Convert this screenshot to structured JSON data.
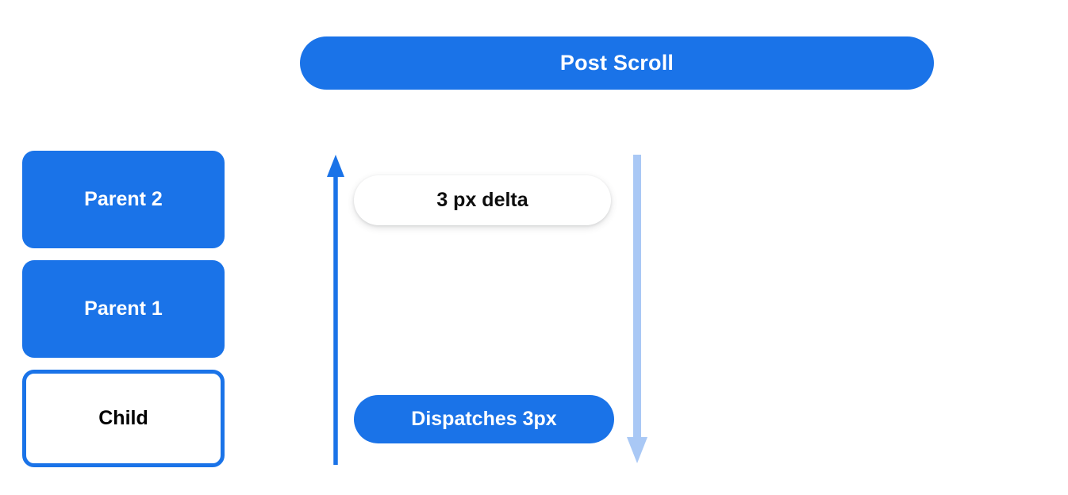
{
  "header": {
    "title": "Post Scroll"
  },
  "stack": {
    "boxes": [
      {
        "label": "Parent 2",
        "style": "filled"
      },
      {
        "label": "Parent 1",
        "style": "filled"
      },
      {
        "label": "Child",
        "style": "outlined"
      }
    ]
  },
  "flow": {
    "up_arrow": {
      "name": "bubble-up-arrow",
      "direction": "up",
      "color": "#1a73e8"
    },
    "down_arrow": {
      "name": "scroll-down-arrow",
      "direction": "down",
      "color": "#a9c8f5"
    },
    "delta_pill": {
      "label": "3 px delta"
    },
    "dispatch_pill": {
      "label": "Dispatches 3px"
    }
  },
  "colors": {
    "brand_blue": "#1a73e8",
    "light_blue": "#a9c8f5",
    "white": "#ffffff",
    "text_dark": "#0d0d0d"
  }
}
